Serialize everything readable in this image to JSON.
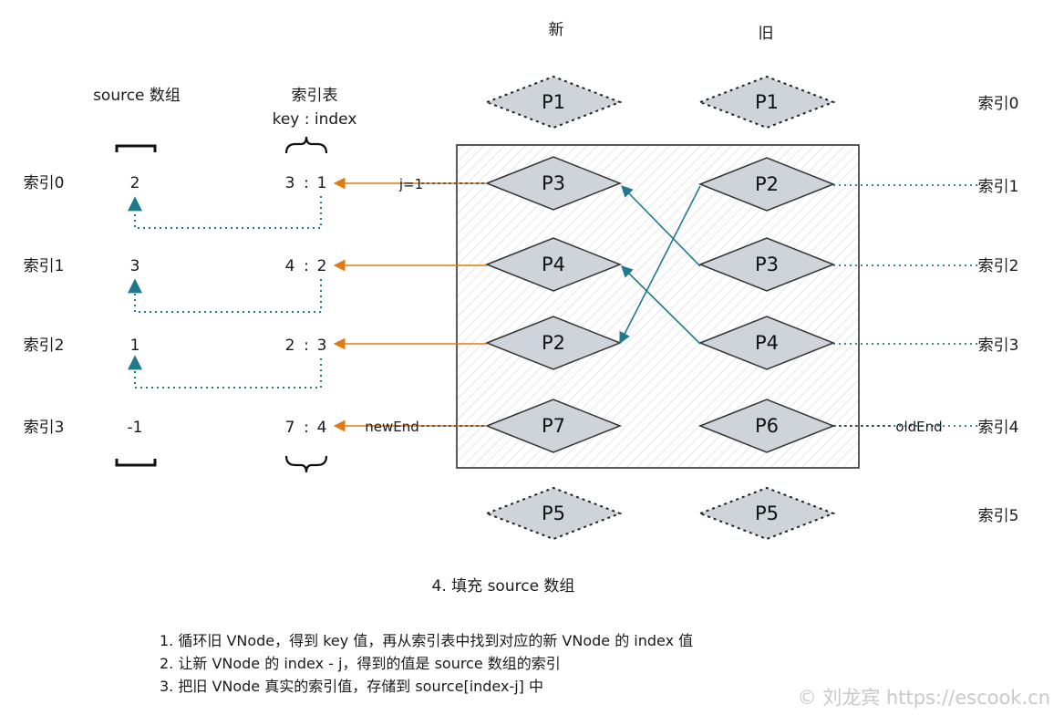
{
  "header": {
    "new_label": "新",
    "old_label": "旧",
    "source_title": "source 数组",
    "index_table_title": "索引表",
    "index_table_subtitle": "key : index"
  },
  "index_labels": [
    "索引0",
    "索引1",
    "索引2",
    "索引3"
  ],
  "source_values": [
    "2",
    "3",
    "1",
    "-1"
  ],
  "key_index": [
    {
      "key": "3",
      "index": "1"
    },
    {
      "key": "4",
      "index": "2"
    },
    {
      "key": "2",
      "index": "3"
    },
    {
      "key": "7",
      "index": "4"
    }
  ],
  "new_nodes": [
    "P1",
    "P3",
    "P4",
    "P2",
    "P7",
    "P5"
  ],
  "old_nodes": [
    "P1",
    "P2",
    "P3",
    "P4",
    "P6",
    "P5"
  ],
  "old_index_labels": [
    "索引0",
    "索引1",
    "索引2",
    "索引3",
    "索引4",
    "索引5"
  ],
  "pointers": {
    "j": "j=1",
    "new_end": "newEnd",
    "old_end": "oldEnd"
  },
  "step_title": "4. 填充 source 数组",
  "notes": [
    "1.  循环旧 VNode，得到 key 值，再从索引表中找到对应的新 VNode 的 index 值",
    "2. 让新 VNode 的 index - j，得到的值是 source 数组的索引",
    "3. 把旧 VNode 真实的索引值，存储到 source[index-j] 中"
  ],
  "watermark": "© 刘龙宾 https://escook.cn",
  "colors": {
    "orange": "#e07b12",
    "teal": "#1f7a8c",
    "node_fill": "#ced4da",
    "node_stroke": "#222222"
  }
}
